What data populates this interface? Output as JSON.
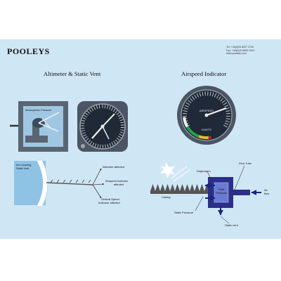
{
  "brand": "POOLEYS",
  "contact": {
    "tel": "Tel: +44(0)20 8207 3749",
    "fax": "Fax: +44(0)20 8953 2512",
    "web": "www.pooleys.com"
  },
  "sections": {
    "altimeter_title": "Altimeter & Static Vent",
    "airspeed_title": "Airspeed Indicator"
  },
  "labels": {
    "atmospheric_pressure": "Atmospheric Pressure",
    "ice_covering": "Ice Covering",
    "static_vent_left": "Static Vent",
    "altimeter_affected": "Altimeter affected",
    "asi_affected_1": "Airspeed Indicator",
    "asi_affected_2": "affected",
    "vsi_affected_1": "Vertical Speed",
    "vsi_affected_2": "Indicator affected",
    "asi_face_1": "AIRSPEED",
    "asi_face_2": "KNOTS",
    "pitot_tube": "Pitot Tube",
    "diaphragm": "Diaphragm",
    "pitot_pressure_1": "Pitot",
    "pitot_pressure_2": "Pressure",
    "air_flow_1": "Air",
    "air_flow_2": "flow",
    "casing": "Casing",
    "static_pressure": "Static Pressure",
    "static_vent_right": "Static vent"
  },
  "colors": {
    "background": "#cfe6f5",
    "pitot_box": "#2b2f8a",
    "arrow": "#1a237e",
    "ice": "#ffffff"
  }
}
